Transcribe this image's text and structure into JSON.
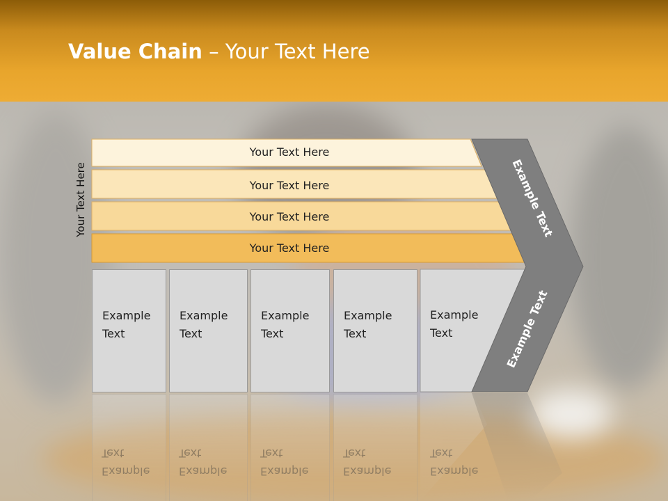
{
  "slide": {
    "title_bold": "Value Chain",
    "title_rest": " – Your Text Here",
    "side_label": "Your Text Here"
  },
  "rows": [
    {
      "label": "Your Text Here",
      "color": "#fdf3dc"
    },
    {
      "label": "Your Text Here",
      "color": "#fbe6b9"
    },
    {
      "label": "Your Text Here",
      "color": "#f8d99a"
    },
    {
      "label": "Your Text Here",
      "color": "#f2bc5a"
    }
  ],
  "columns": [
    {
      "label": "Example Text"
    },
    {
      "label": "Example Text"
    },
    {
      "label": "Example Text"
    },
    {
      "label": "Example Text"
    },
    {
      "label": "Example Text"
    }
  ],
  "chevron": {
    "upper_label": "Example Text",
    "lower_label": "Example Text",
    "color": "#7f7f7f"
  },
  "colors": {
    "header": "#e8a52c",
    "box": "#d9d9d9"
  }
}
